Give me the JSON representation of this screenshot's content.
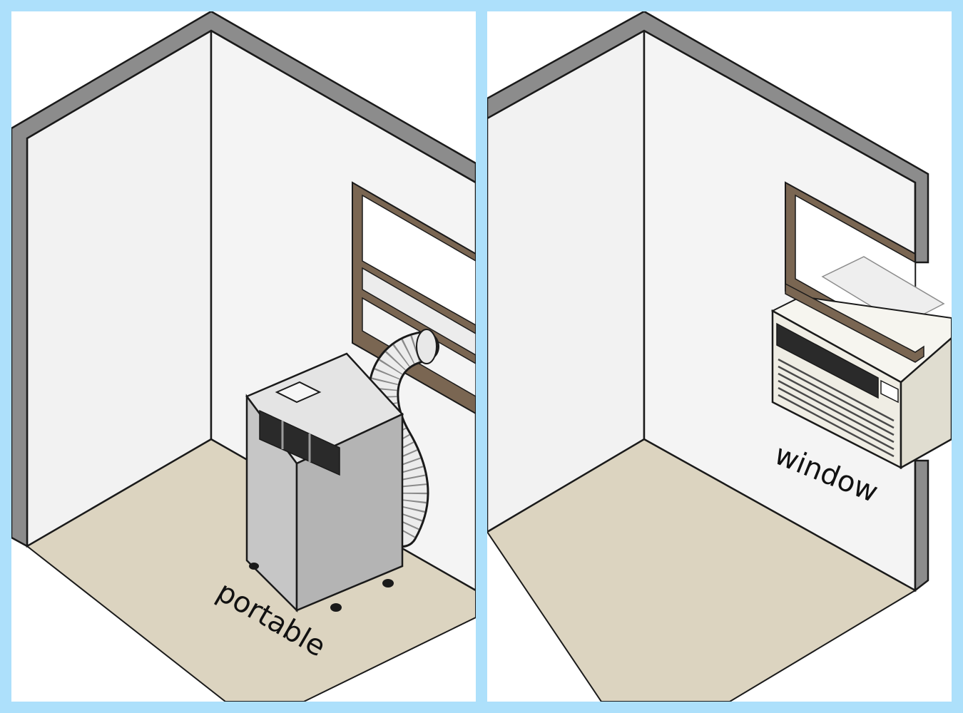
{
  "panels": [
    {
      "id": "portable",
      "label": "portable"
    },
    {
      "id": "window",
      "label": "window"
    }
  ],
  "colors": {
    "background": "#ade0fb",
    "wall": "#f2f2f2",
    "wall_edge": "#8c8c8c",
    "floor": "#dcd4c0",
    "window_frame": "#7a6652",
    "unit_body": "#bdbdbd",
    "unit_top": "#e4e4e4",
    "ac_window_unit": "#efede4"
  },
  "icons": [
    "portable-ac-unit-icon",
    "exhaust-hose-icon",
    "window-ac-unit-icon"
  ]
}
